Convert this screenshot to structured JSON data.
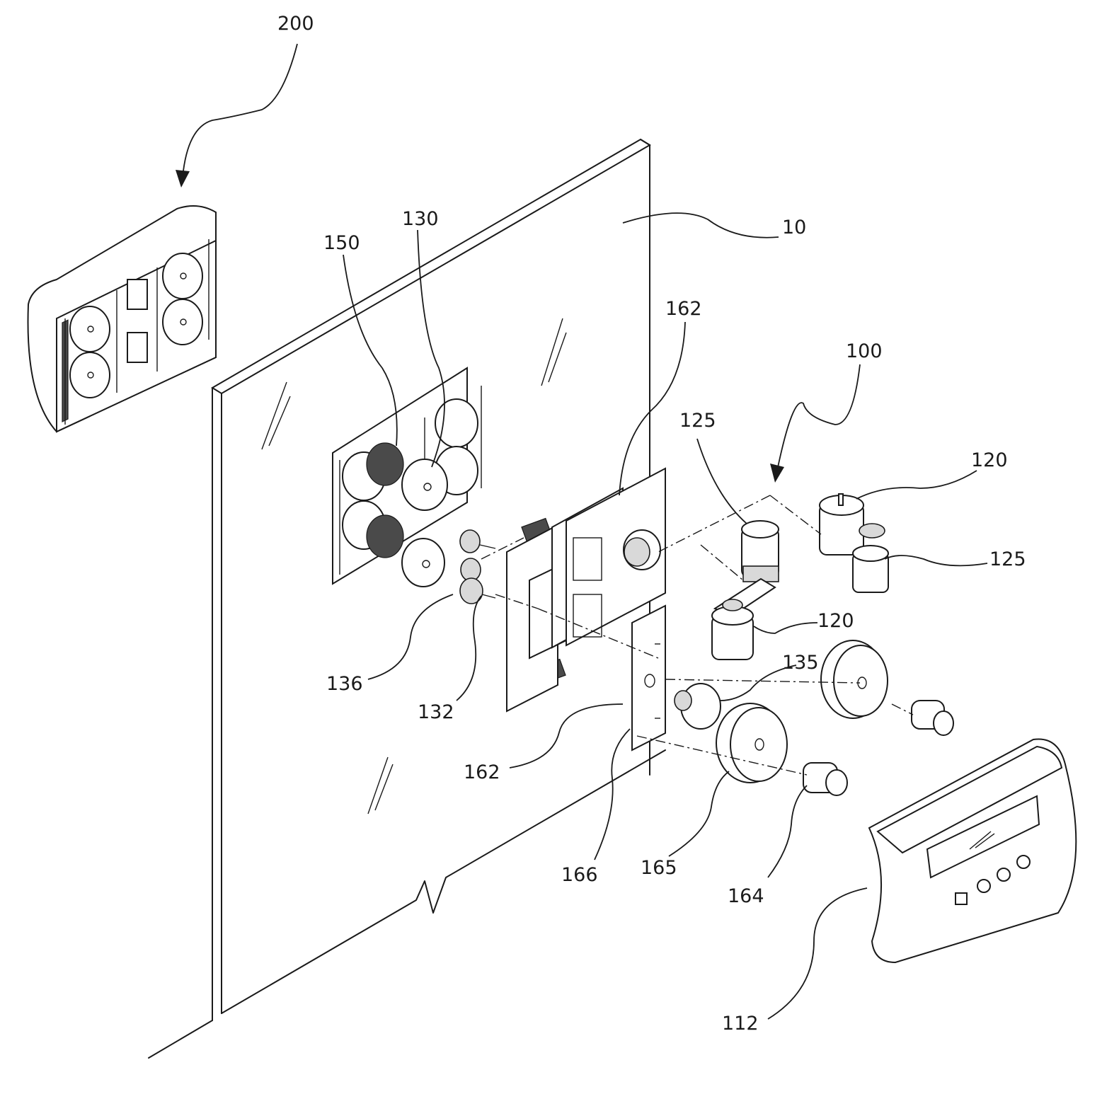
{
  "labels": {
    "l200": "200",
    "l10": "10",
    "l150": "150",
    "l130": "130",
    "l162a": "162",
    "l100": "100",
    "l125a": "125",
    "l120a": "120",
    "l125b": "125",
    "l120b": "120",
    "l135": "135",
    "l136": "136",
    "l132": "132",
    "l162b": "162",
    "l166": "166",
    "l165": "165",
    "l164": "164",
    "l112": "112"
  }
}
